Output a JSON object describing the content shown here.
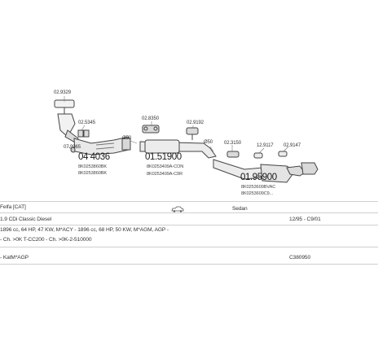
{
  "diagram": {
    "refs": {
      "ref_top": "02.9329",
      "ref_left_bolt": "02.5345",
      "ref_left_clamp": "07.9965",
      "ref_mid_left_sub": "8K0253860BK",
      "ref_mid_left_sub2": "8K0253860BK",
      "ref_center_clamp": "02.8350",
      "ref_center_sub": "8K0253409A-CON",
      "ref_center_sub2": "8K0253409A-C9R",
      "ref_hanger": "02.9192",
      "ref_right_bolt": "02.3150",
      "ref_rear_1": "12.9117",
      "ref_rear_2": "02.9147",
      "ref_rear_sub1": "8K0253609BVAC",
      "ref_rear_sub2": "8K0253609C9..."
    },
    "parts": {
      "cat_pn": "04 4036",
      "mid_pn": "01.51900",
      "rear_pn": "01.95900"
    },
    "annotations": {
      "d50_a": "Ø50",
      "d50_b": "Ø50"
    }
  },
  "info": {
    "model": "Felfa [CAT]",
    "body_type": "Sedan",
    "engine": "1.9 CDi Classic Diesel",
    "date_range": "12/95 - C9/01",
    "engine_detail": "1896 cc, 64 HP, 47 KW, M*ACY - 1896 cc, 68 HP, 50 KW, M*AGM, AGP -",
    "chassis": "- Ch. >0K T-CC200 - Ch. >0K-2-510000",
    "cat_code": "- KatM*AGP",
    "catalog_no": "C380950"
  },
  "colors": {
    "line": "#444444",
    "muffler_fill": "#e9e9e9",
    "divider": "#cfcfcf"
  }
}
